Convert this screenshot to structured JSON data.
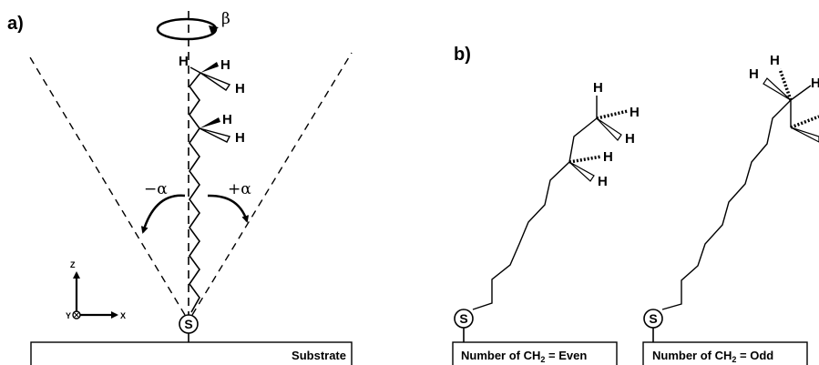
{
  "panel_a": {
    "label": "a)",
    "rotation_symbol": "β",
    "tilt_minus": "−α",
    "tilt_plus": "+α",
    "axis_z": "Z",
    "axis_y": "Y",
    "axis_x": "X",
    "anchor_atom": "S",
    "substrate_label": "Substrate",
    "atoms": {
      "h_terminal": "H",
      "h_upper_1": "H",
      "h_upper_2": "H",
      "h_mid_1": "H",
      "h_mid_2": "H"
    }
  },
  "panel_b": {
    "label": "b)",
    "left_molecule": {
      "anchor_atom": "S",
      "box_label_prefix": "Number of CH",
      "box_label_sub": "2",
      "box_label_suffix": " = Even",
      "atoms": {
        "h1": "H",
        "h2": "H",
        "h3": "H",
        "h4": "H",
        "h5": "H"
      }
    },
    "right_molecule": {
      "anchor_atom": "S",
      "box_label_prefix": "Number of CH",
      "box_label_sub": "2",
      "box_label_suffix": " = Odd",
      "atoms": {
        "h1": "H",
        "h2": "H",
        "h3": "H"
      }
    }
  }
}
